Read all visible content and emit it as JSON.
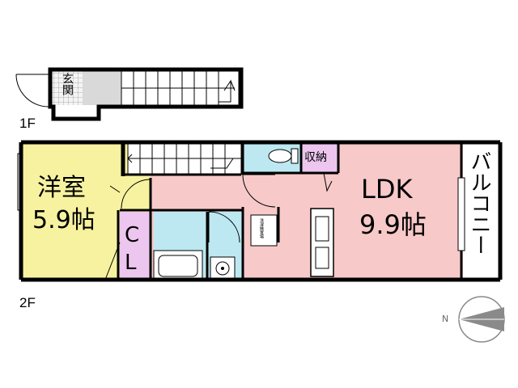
{
  "floors": {
    "first": "1F",
    "second": "2F"
  },
  "rooms": {
    "entrance": "玄関",
    "western_name": "洋室",
    "western_size": "5.9帖",
    "closet_c": "C",
    "closet_l": "L",
    "storage": "収納",
    "ldk_name": "LDK",
    "ldk_size": "9.9帖",
    "balcony": "バルコニー",
    "washer_space": "洗濯機置場"
  },
  "compass": {
    "label": "N"
  },
  "colors": {
    "western_room": "#f6f2a0",
    "ldk": "#f7c9c9",
    "wet_area": "#bde8f2",
    "closet": "#ecc6ee",
    "entrance_tile": "#d9d9d9",
    "wall": "#000000"
  }
}
